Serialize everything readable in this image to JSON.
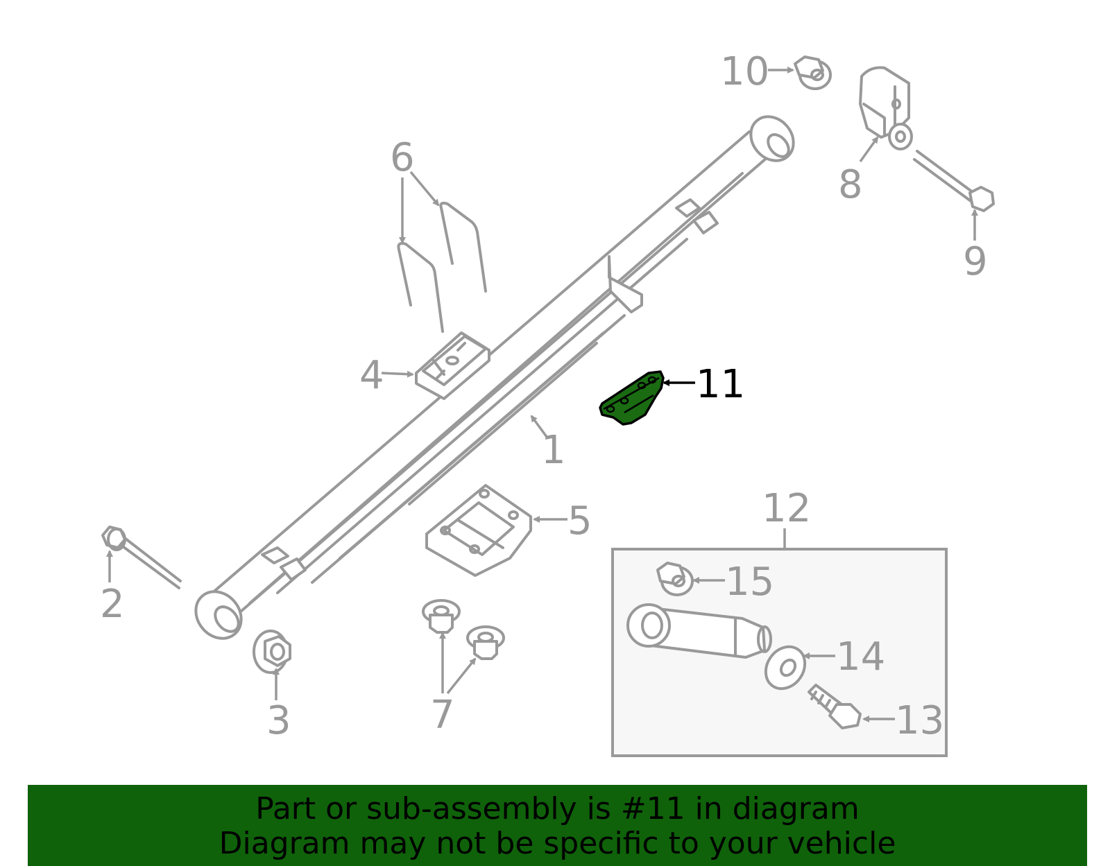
{
  "highlight_color": "#1a6b12",
  "banner_color": "#0f620a",
  "callouts": {
    "c1": "1",
    "c2": "2",
    "c3": "3",
    "c4": "4",
    "c5": "5",
    "c6": "6",
    "c7": "7",
    "c8": "8",
    "c9": "9",
    "c10": "10",
    "c11": "11",
    "c12": "12",
    "c13": "13",
    "c14": "14",
    "c15": "15"
  },
  "highlighted_part": "11",
  "banner": {
    "line1": "Part or sub-assembly is #11 in diagram",
    "line2": "Diagram may not be specific to your vehicle"
  }
}
